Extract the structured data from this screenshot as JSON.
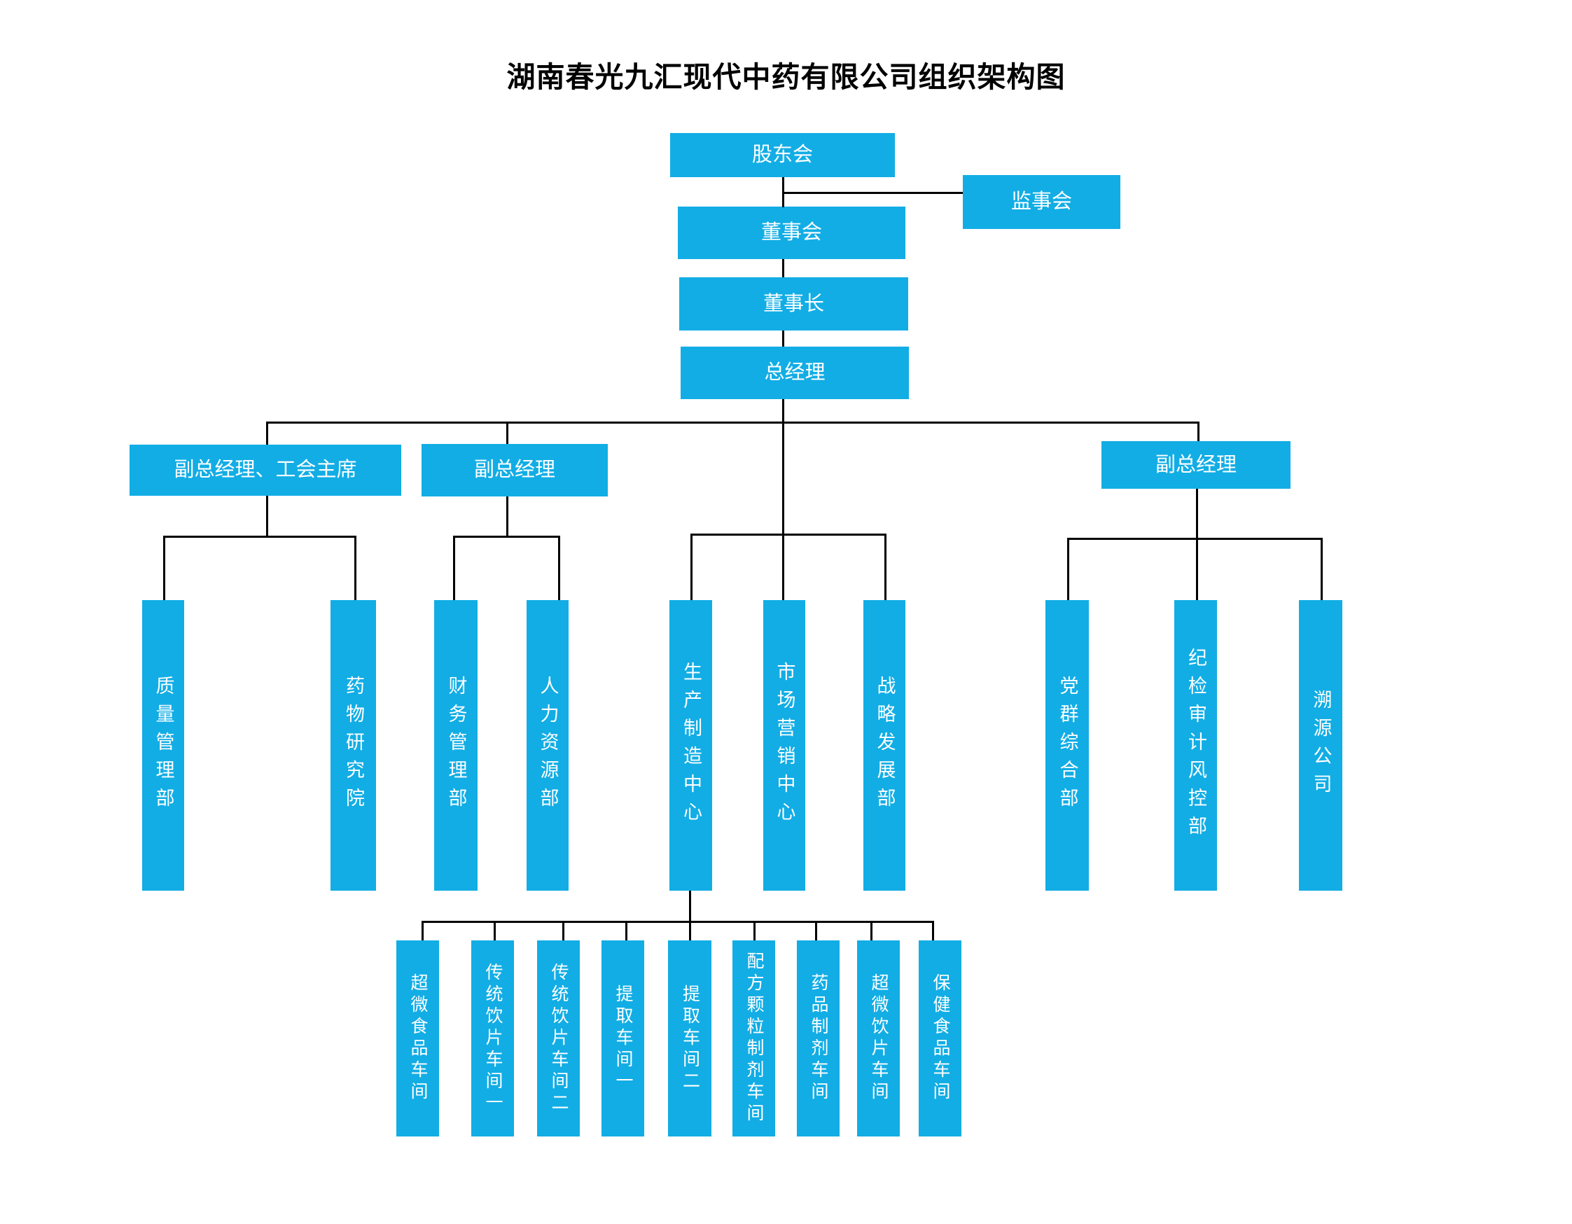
{
  "title": "湖南春光九汇现代中药有限公司组织架构图",
  "colors": {
    "background": "#FFFFFF",
    "box_fill": "#12ADE5",
    "box_text": "#FFFFFF",
    "line": "#000000",
    "title_text": "#000000"
  },
  "nodes": {
    "shareholders": {
      "label": "股东会"
    },
    "supervisory": {
      "label": "监事会"
    },
    "board": {
      "label": "董事会"
    },
    "chairman": {
      "label": "董事长"
    },
    "general_manager": {
      "label": "总经理"
    },
    "vp_union": {
      "label": "副总经理、工会主席"
    },
    "vp_2": {
      "label": "副总经理"
    },
    "vp_3": {
      "label": "副总经理"
    }
  },
  "departments": [
    {
      "label": "质量管理部"
    },
    {
      "label": "药物研究院"
    },
    {
      "label": "财务管理部"
    },
    {
      "label": "人力资源部"
    },
    {
      "label": "生产制造中心"
    },
    {
      "label": "市场营销中心"
    },
    {
      "label": "战略发展部"
    },
    {
      "label": "党群综合部"
    },
    {
      "label": "纪检审计风控部"
    },
    {
      "label": "溯源公司"
    }
  ],
  "workshops": [
    {
      "label": "超微食品车间"
    },
    {
      "label": "传统饮片车间一"
    },
    {
      "label": "传统饮片车间二"
    },
    {
      "label": "提取车间一"
    },
    {
      "label": "提取车间二"
    },
    {
      "label": "配方颗粒制剂车间"
    },
    {
      "label": "药品制剂车间"
    },
    {
      "label": "超微饮片车间"
    },
    {
      "label": "保健食品车间"
    }
  ]
}
